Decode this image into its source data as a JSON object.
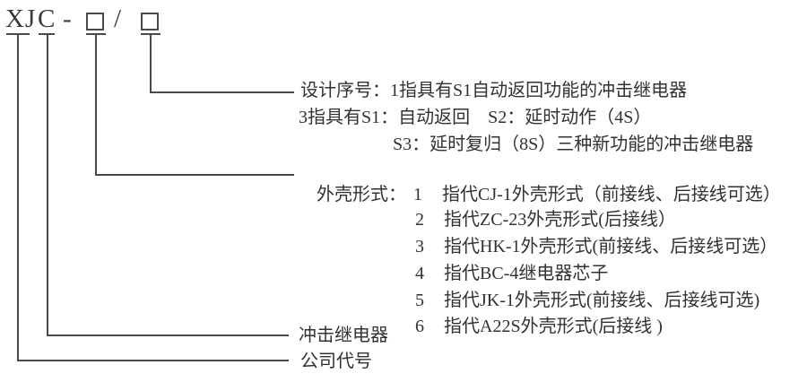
{
  "diagram": {
    "description": "XJC impulse relay model designation code diagram",
    "code": {
      "company": "XJ",
      "product": "C",
      "dash": "-",
      "box1": "",
      "slash": "/",
      "box2": ""
    },
    "design_series": {
      "line1": "设计序号：1指具有S1自动返回功能的冲击继电器",
      "line2": "3指具有S1：自动返回　S2：延时动作（4S）",
      "line3": "S3：延时复归（8S）三种新功能的冲击继电器"
    },
    "shell_type": {
      "label": "外壳形式：",
      "items": [
        {
          "num": "1",
          "text": "指代CJ-1外壳形式（前接线、后接线可选）"
        },
        {
          "num": "2",
          "text": "指代ZC-23外壳形式(后接线）"
        },
        {
          "num": "3",
          "text": "指代HK-1外壳形式(前接线、后接线可选）"
        },
        {
          "num": "4",
          "text": "指代BC-4继电器芯子"
        },
        {
          "num": "5",
          "text": "指代JK-1外壳形式(前接线、后接线可选)"
        },
        {
          "num": "6",
          "text": "指代A22S外壳形式(后接线 )"
        }
      ]
    },
    "product_label": "冲击继电器",
    "company_label": "公司代号",
    "colors": {
      "line": "#4a4a4a",
      "text": "#323232",
      "background": "#ffffff"
    }
  }
}
